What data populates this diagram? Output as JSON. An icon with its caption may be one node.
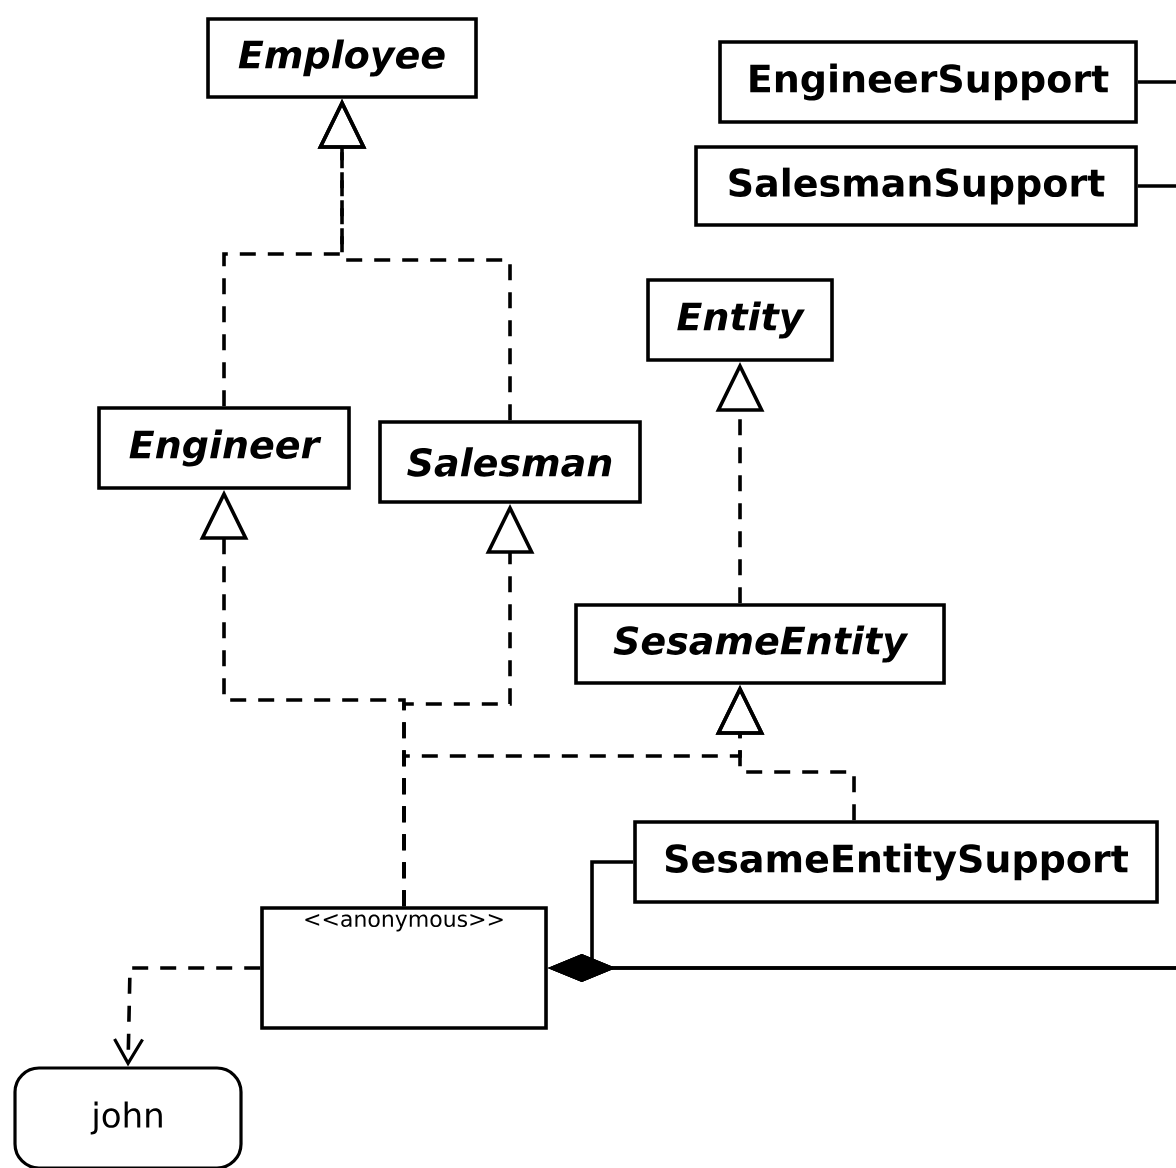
{
  "diagram": {
    "nodes": [
      {
        "text": [
          "Employee"
        ]
      },
      {
        "text": [
          "EngineerSupport"
        ]
      },
      {
        "text": [
          "SalesmanSupport"
        ]
      },
      {
        "text": [
          "Entity"
        ]
      },
      {
        "text": [
          "Engineer"
        ]
      },
      {
        "text": [
          "Salesman"
        ]
      },
      {
        "text": [
          "SesameEntity"
        ]
      },
      {
        "text": [
          "SesameEntitySupport"
        ]
      },
      {
        "text": [
          "<<anonymous>>"
        ]
      },
      {
        "text": [
          "john"
        ]
      }
    ],
    "edges": [
      {
        "from": 4,
        "to": 0,
        "arrow": "to",
        "style": "dashed"
      },
      {
        "from": 5,
        "to": 0,
        "arrow": "to",
        "style": "dashed"
      },
      {
        "from": 6,
        "to": 3,
        "arrow": "to",
        "style": "dashed"
      },
      {
        "from": 8,
        "to": 4,
        "arrow": "to",
        "style": "dashed"
      },
      {
        "from": 8,
        "to": 5,
        "arrow": "to",
        "style": "dashed"
      },
      {
        "from": 8,
        "to": 6,
        "arrow": "to",
        "style": "dashed"
      },
      {
        "from": 7,
        "to": 6,
        "arrow": "to",
        "style": "dashed"
      },
      {
        "from": 8,
        "to": 9,
        "arrow": "to",
        "style": "dashed"
      },
      {
        "from": 7,
        "to": 8,
        "arrow": "other"
      },
      {
        "from": 1,
        "to": 8,
        "arrow": "other"
      },
      {
        "from": 2,
        "to": 8,
        "arrow": "other"
      }
    ]
  }
}
